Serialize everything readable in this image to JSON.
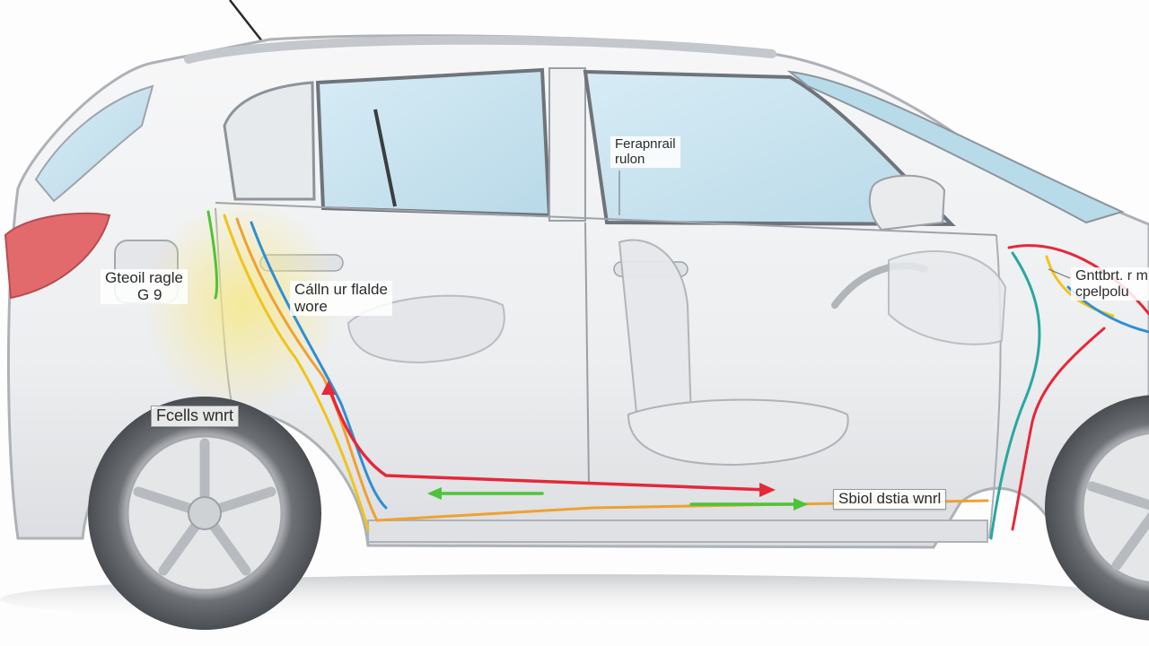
{
  "colors": {
    "body_outline": "#b9bcc0",
    "glass": "#c9e2ee",
    "taillight": "#e26a6c",
    "wire_red": "#e5283a",
    "wire_green": "#4cc43a",
    "wire_yellow": "#f0c419",
    "wire_blue": "#2f8fd1",
    "wire_orange": "#f0a030",
    "wire_teal": "#2aa7a0"
  },
  "callouts": {
    "rear_cable": {
      "line1": "Gteoil ragle",
      "line2": "G 9"
    },
    "door_wire": {
      "line1": "Cálln ur flalde",
      "line2": "wore"
    },
    "pillar": {
      "line1": "Ferapnrail",
      "line2": "rulon"
    },
    "wheel_wire": {
      "line1": "Fcells wnrt"
    },
    "front_harness": {
      "line1": "Gnttbrt. r m",
      "line2": "cpelpolu"
    },
    "sill_wire": {
      "line1": "Sbiol dstia wnrl"
    }
  }
}
